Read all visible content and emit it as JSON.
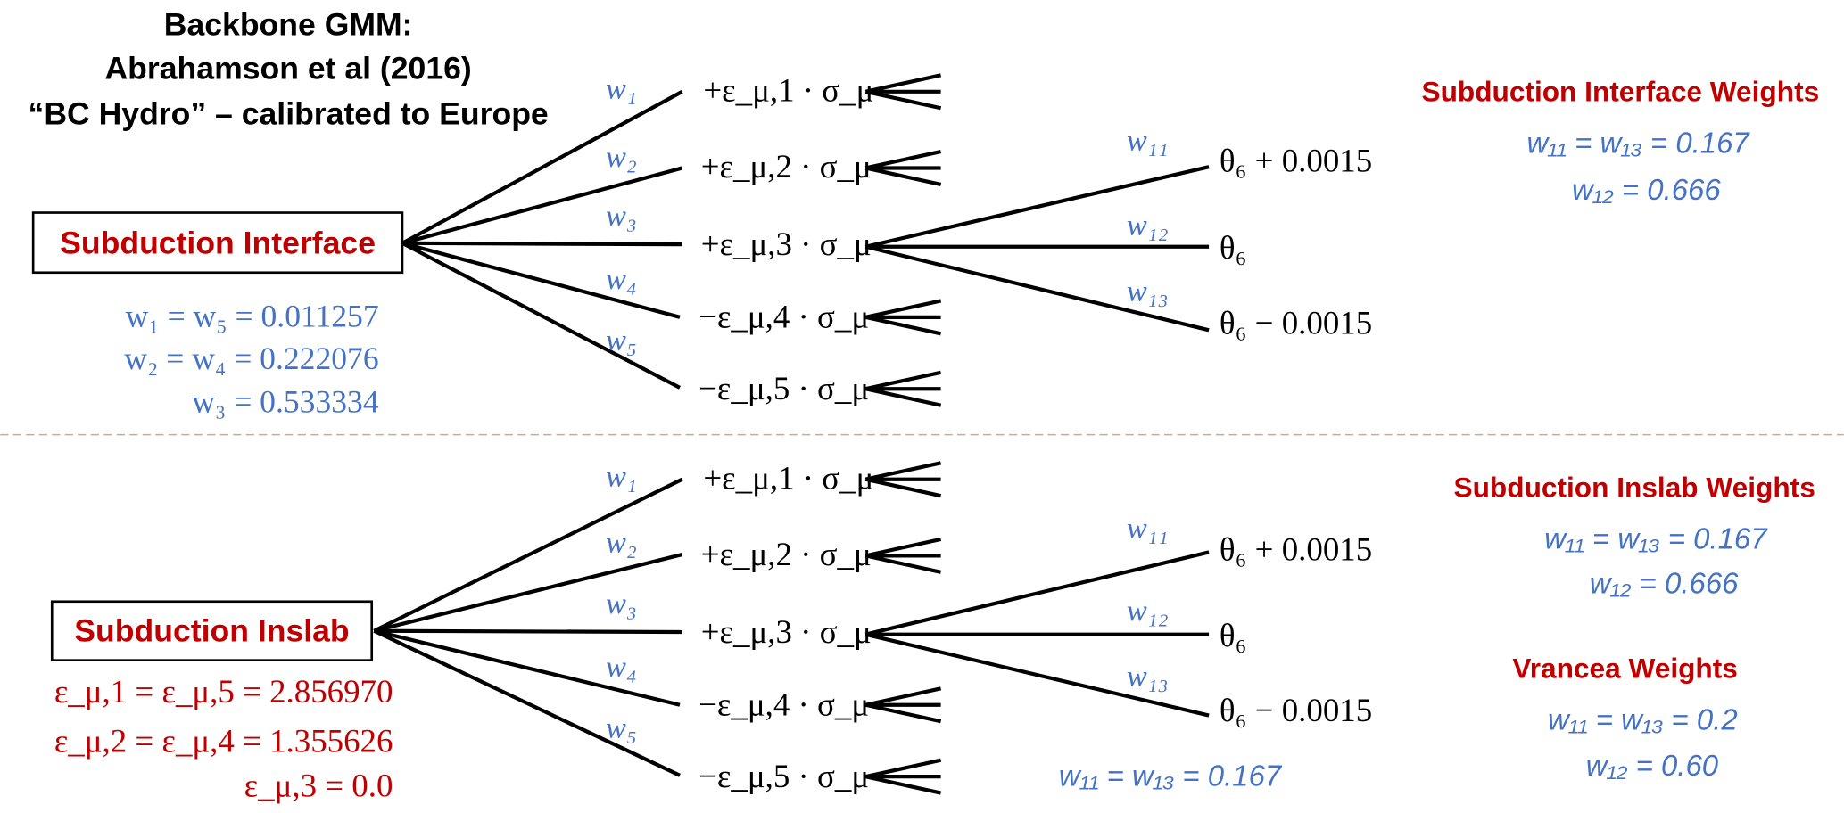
{
  "title": {
    "line1": "Backbone GMM:",
    "line2": "Abrahamson et al (2016)",
    "line3": "“BC Hydro” – calibrated to Europe"
  },
  "colors": {
    "accent_red": "#c00000",
    "weight_blue": "#4472c4",
    "divider": "#d9a0a0"
  },
  "interface": {
    "box_label": "Subduction Interface",
    "weights_list": [
      "w₁ = w₅ = 0.011257",
      "w₂ = w₄ = 0.222076",
      "w₃ = 0.533334"
    ],
    "branch_weight_labels": [
      "w₁",
      "w₂",
      "w₃",
      "w₄",
      "w₅"
    ],
    "branch_nodes": [
      "+ε_μ,1 · σ_μ",
      "+ε_μ,2 · σ_μ",
      "+ε_μ,3 · σ_μ",
      "−ε_μ,4 · σ_μ",
      "−ε_μ,5 · σ_μ"
    ],
    "sub_weight_labels": [
      "w₁₁",
      "w₁₂",
      "w₁₃"
    ],
    "sub_nodes": [
      "θ₆ + 0.0015",
      "θ₆",
      "θ₆ − 0.0015"
    ],
    "weights_panel": {
      "heading": "Subduction Interface Weights",
      "line1": "w₁₁ = w₁₃ = 0.167",
      "line2": "w₁₂ = 0.666"
    }
  },
  "inslab": {
    "box_label": "Subduction Inslab",
    "epsilon_list": [
      "ε_μ,1 = ε_μ,5 = 2.856970",
      "ε_μ,2 = ε_μ,4 = 1.355626",
      "ε_μ,3 = 0.0"
    ],
    "branch_weight_labels": [
      "w₁",
      "w₂",
      "w₃",
      "w₄",
      "w₅"
    ],
    "branch_nodes": [
      "+ε_μ,1 · σ_μ",
      "+ε_μ,2 · σ_μ",
      "+ε_μ,3 · σ_μ",
      "−ε_μ,4 · σ_μ",
      "−ε_μ,5 · σ_μ"
    ],
    "sub_weight_labels": [
      "w₁₁",
      "w₁₂",
      "w₁₃"
    ],
    "sub_nodes": [
      "θ₆ + 0.0015",
      "θ₆",
      "θ₆ − 0.0015"
    ],
    "bottom_note": "w₁₁ = w₁₃ = 0.167",
    "weights_panel": {
      "heading": "Subduction Inslab Weights",
      "line1": "w₁₁ = w₁₃ = 0.167",
      "line2": "w₁₂ = 0.666"
    },
    "vrancea_panel": {
      "heading": "Vrancea Weights",
      "line1": "w₁₁ = w₁₃ = 0.2",
      "line2": "w₁₂ = 0.60"
    }
  }
}
